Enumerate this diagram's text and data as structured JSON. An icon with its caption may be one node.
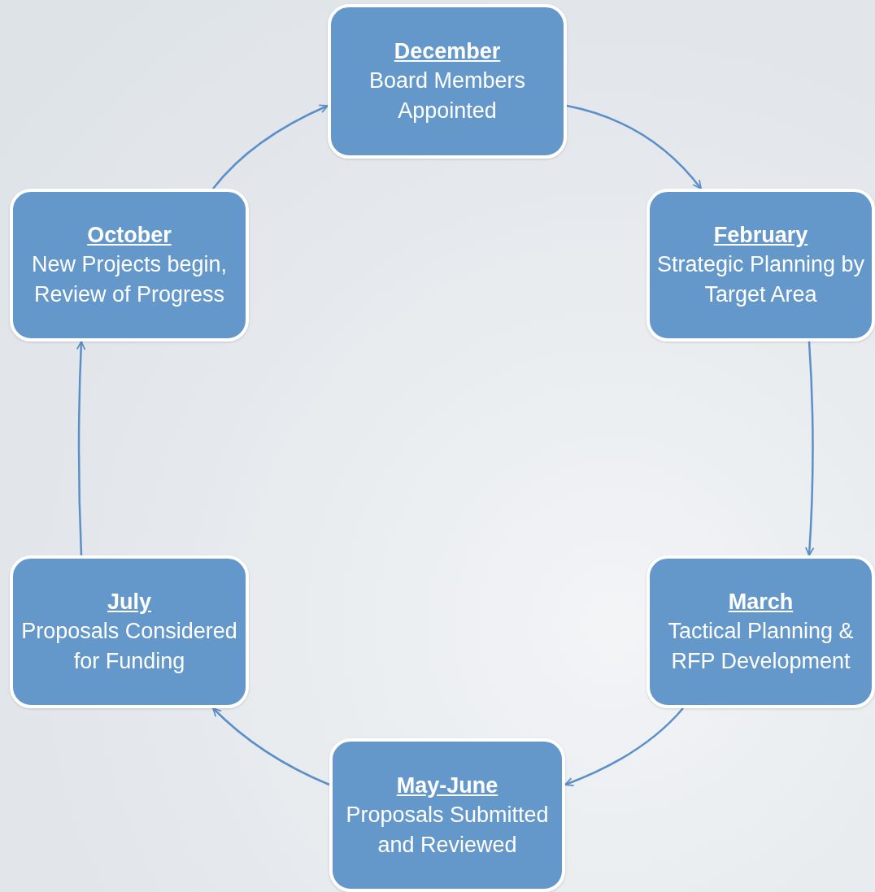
{
  "diagram": {
    "nodes": [
      {
        "text": [
          "December",
          "Board Members Appointed"
        ]
      },
      {
        "text": [
          "February",
          "Strategic Planning by Target Area"
        ]
      },
      {
        "text": [
          "March",
          "Tactical Planning & RFP Development"
        ]
      },
      {
        "text": [
          "May-June",
          "Proposals Submitted and Reviewed"
        ]
      },
      {
        "text": [
          "July",
          "Proposals Considered for Funding"
        ]
      },
      {
        "text": [
          "October",
          "New Projects begin, Review of Progress"
        ]
      }
    ],
    "edges": [
      {
        "from": 0,
        "to": 1,
        "arrow": "to"
      },
      {
        "from": 1,
        "to": 2,
        "arrow": "to"
      },
      {
        "from": 2,
        "to": 3,
        "arrow": "to"
      },
      {
        "from": 3,
        "to": 4,
        "arrow": "to"
      },
      {
        "from": 4,
        "to": 5,
        "arrow": "to"
      },
      {
        "from": 5,
        "to": 0,
        "arrow": "to"
      }
    ]
  }
}
